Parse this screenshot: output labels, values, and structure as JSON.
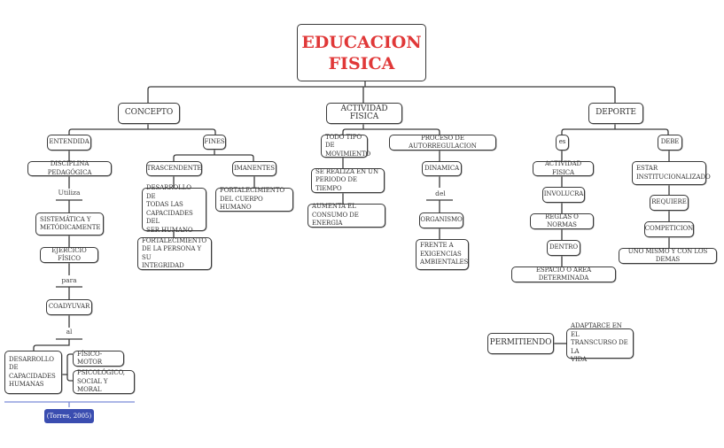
{
  "title": "EDUCACION\nFISICA",
  "colors": {
    "title": "#e03838",
    "citation_bg": "#3a4db0",
    "citation_line": "#7b8ad6",
    "border": "#3a3a3a"
  },
  "concepto": {
    "label": "CONCEPTO",
    "entendida": "ENTENDIDA",
    "disciplina": "DISCIPLINA PEDAGÓGICA",
    "link_utiliza": "Utiliza",
    "sistematica": "SISTEMÁTICA Y\nMETÓDICAMENTE",
    "ejercicio": "EJERCICIO FÍSICO",
    "link_para": "para",
    "coadyuvar": "COADYUVAR",
    "link_al": "al",
    "desarrollo": "DESARROLLO\nDE\nCAPACIDADES\nHUMANAS",
    "fisico_motor": "FÍSICO-MOTOR",
    "psicologico": "PSICOLÓGICO,\nSOCIAL Y MORAL",
    "fines": "FINES",
    "trascendente": "TRASCENDENTE",
    "desarrollo_todas": "DESARROLLO DE\nTODAS LAS\nCAPACIDADES DEL\nSER HUMANO",
    "fortalecimiento_persona": "FORTALECIMIENTO\nDE LA PERSONA Y SU\nINTEGRIDAD",
    "imanentes": "IMANENTES",
    "fortalecimiento_cuerpo": "FORTALECIMIENTO\nDEL CUERPO HUMANO",
    "citation": "(Torres, 2005)"
  },
  "actividad": {
    "label": "ACTIVIDAD FISICA",
    "todo_tipo": "TODO TIPO DE\nMOVIMIENTO",
    "se_realiza": "SE REALIZA EN UN\nPERIODO DE TIEMPO",
    "aumenta": "AUMENTA EL\nCONSUMO DE ENERGIA",
    "proceso": "PROCESO DE AUTORREGULACION",
    "dinamica": "DINAMICA",
    "link_del": "del",
    "organismo": "ORGANISMO",
    "frente": "FRENTE A\nEXIGENCIAS\nAMBIENTALES"
  },
  "deporte": {
    "label": "DEPORTE",
    "es": "es",
    "actividad_fisica": "ACTIVIDAD FISICA",
    "involucra": "INVOLUCRA",
    "reglas": "REGLAS O NORMAS",
    "dentro": "DENTRO",
    "espacio": "ESPACIO O AREA DETERMINADA",
    "debe": "DEBE",
    "estar": "ESTAR\nINSTITUCIONALIZADO",
    "requiere": "REQUIERE",
    "competicion": "COMPETICION",
    "uno_mismo": "UNO MISMO Y CON LOS DEMAS"
  },
  "floating": {
    "permitiendo": "PERMITIENDO",
    "adaptarce": "ADAPTARCE EN EL\nTRANSCURSO DE LA\nVIDA"
  }
}
